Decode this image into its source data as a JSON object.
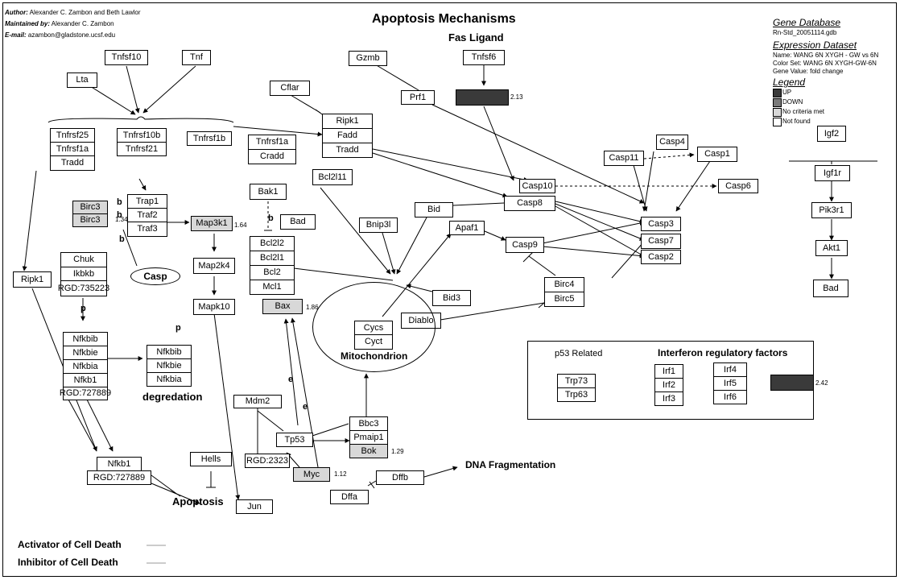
{
  "header": {
    "author_label": "Author:",
    "author": "Alexander C. Zambon and Beth Lawlor",
    "maintained_label": "Maintained by:",
    "maintained": "Alexander C. Zambon",
    "email_label": "E-mail:",
    "email": "azambon@gladstone.ucsf.edu",
    "title": "Apoptosis Mechanisms",
    "fas_ligand": "Fas Ligand"
  },
  "legend": {
    "gene_db_title": "Gene Database",
    "gene_db_value": "Rn-Std_20051114.gdb",
    "expr_title": "Expression Dataset",
    "expr_name": "Name: WANG 6N XYGH - GW vs 6N",
    "expr_colorset": "Color Set: WANG 6N XYGH-GW-6N",
    "expr_value": "Gene Value: fold change",
    "legend_title": "Legend",
    "up": "UP",
    "down": "DOWN",
    "no_criteria": "No criteria met",
    "not_found": "Not found",
    "up_color": "#3a3a3a",
    "down_color": "#7a7a7a",
    "no_criteria_color": "#d8d8d8",
    "not_found_color": "#ffffff"
  },
  "genes": {
    "tnfsf10": "Tnfsf10",
    "tnf": "Tnf",
    "lta": "Lta",
    "gzmb": "Gzmb",
    "tnfsf6": "Tnfsf6",
    "cflar": "Cflar",
    "prf1": "Prf1",
    "igf2": "Igf2",
    "tnfrsf25": "Tnfrsf25",
    "tnfrsf1a_l": "Tnfrsf1a",
    "tradd_l": "Tradd",
    "tnfrsf10b": "Tnfrsf10b",
    "tnfrsf21": "Tnfrsf21",
    "tnfrsf1b": "Tnfrsf1b",
    "tnfrsf1a_m": "Tnfrsf1a",
    "cradd": "Cradd",
    "ripk1_top": "Ripk1",
    "fadd": "Fadd",
    "tradd_m": "Tradd",
    "casp4": "Casp4",
    "casp11": "Casp11",
    "casp1": "Casp1",
    "igf1r": "Igf1r",
    "bcl2l11": "Bcl2l11",
    "casp10": "Casp10",
    "casp6": "Casp6",
    "birc3_a": "Birc3",
    "birc3_b": "Birc3",
    "trap1": "Trap1",
    "traf2": "Traf2",
    "traf3": "Traf3",
    "map3k1": "Map3k1",
    "bak1": "Bak1",
    "bad_m": "Bad",
    "bid": "Bid",
    "casp8": "Casp8",
    "casp3": "Casp3",
    "casp7": "Casp7",
    "casp2": "Casp2",
    "pik3r1": "Pik3r1",
    "bnip3l": "Bnip3l",
    "apaf1": "Apaf1",
    "casp9": "Casp9",
    "akt1": "Akt1",
    "chuk": "Chuk",
    "ikbkb": "Ikbkb",
    "rgd735223": "RGD:735223",
    "casp": "Casp",
    "map2k4": "Map2k4",
    "bcl2l2": "Bcl2l2",
    "bcl2l1": "Bcl2l1",
    "bcl2": "Bcl2",
    "mcl1": "Mcl1",
    "ripk1_left": "Ripk1",
    "birc4": "Birc4",
    "birc5": "Birc5",
    "bad_r": "Bad",
    "mapk10": "Mapk10",
    "bax": "Bax",
    "bid3": "Bid3",
    "diablo": "Diablo",
    "cycs": "Cycs",
    "cyct": "Cyct",
    "mitochondrion": "Mitochondrion",
    "nfkbib_l": "Nfkbib",
    "nfkbie_l": "Nfkbie",
    "nfkbia_l": "Nfkbia",
    "nfkb1_l": "Nfkb1",
    "rgd727889_l": "RGD:727889",
    "nfkbib_r": "Nfkbib",
    "nfkbie_r": "Nfkbie",
    "nfkbia_r": "Nfkbia",
    "degredation": "degredation",
    "mdm2": "Mdm2",
    "tp53": "Tp53",
    "bbc3": "Bbc3",
    "pmaip1": "Pmaip1",
    "bok": "Bok",
    "rgd2323": "RGD:2323",
    "myc": "Myc",
    "hells": "Hells",
    "nfkb1_b": "Nfkb1",
    "rgd727889_b": "RGD:727889",
    "apoptosis": "Apoptosis",
    "jun": "Jun",
    "dffa": "Dffa",
    "dffb": "Dffb",
    "dna_frag": "DNA Fragmentation",
    "p53_related": "p53 Related",
    "irf_title": "Interferon regulatory factors",
    "trp73": "Trp73",
    "trp63": "Trp63",
    "irf1": "Irf1",
    "irf2": "Irf2",
    "irf3": "Irf3",
    "irf4": "Irf4",
    "irf5": "Irf5",
    "irf6": "Irf6"
  },
  "values": {
    "tnfsf6": "2.13",
    "birc3": "1.34",
    "map3k1": "1.64",
    "bax": "1.86",
    "bok": "1.29",
    "myc": "1.12",
    "irf": "2.42"
  },
  "edge_labels": {
    "b1": "b",
    "b2": "b",
    "b3": "b",
    "b4": "b",
    "p1": "p",
    "p2": "p",
    "e1": "e",
    "e2": "e"
  },
  "footer": {
    "activator": "Activator of Cell Death",
    "inhibitor": "Inhibitor of Cell Death"
  }
}
